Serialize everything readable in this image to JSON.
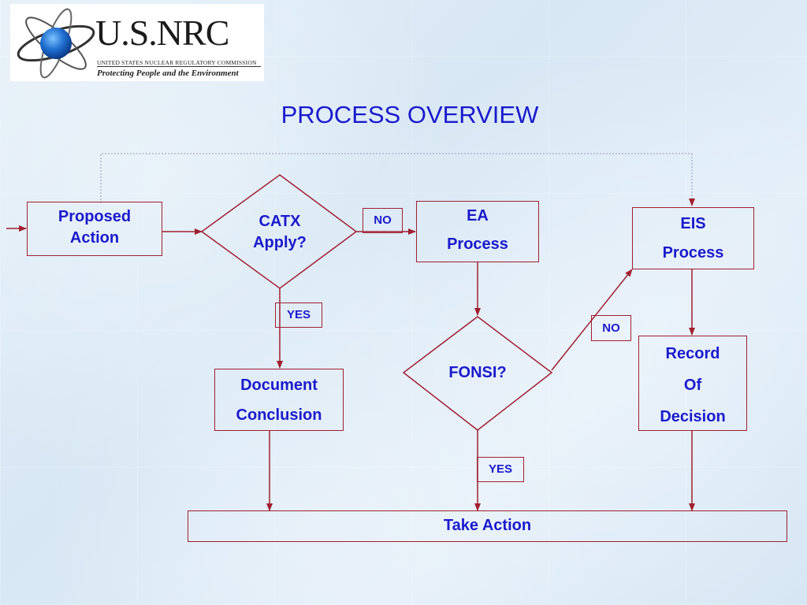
{
  "logo": {
    "wordmark": "U.S.NRC",
    "agency": "UNITED STATES NUCLEAR REGULATORY COMMISSION",
    "tagline": "Protecting People and the Environment"
  },
  "title": "PROCESS OVERVIEW",
  "nodes": {
    "proposed_action": {
      "line1": "Proposed",
      "line2": "Action"
    },
    "catx": {
      "line1": "CATX",
      "line2": "Apply?"
    },
    "ea": {
      "line1": "EA",
      "line2": "Process"
    },
    "eis": {
      "line1": "EIS",
      "line2": "Process"
    },
    "fonsi": {
      "line1": "FONSI?"
    },
    "document": {
      "line1": "Document",
      "line2": "Conclusion"
    },
    "record": {
      "line1": "Record",
      "line2": "Of",
      "line3": "Decision"
    },
    "take_action": {
      "line1": "Take Action"
    }
  },
  "edge_labels": {
    "catx_no": "NO",
    "catx_yes": "YES",
    "fonsi_no": "NO",
    "fonsi_yes": "YES"
  },
  "colors": {
    "text": "#1a1acc",
    "line": "#a02030",
    "background": "#dbe9f5"
  }
}
